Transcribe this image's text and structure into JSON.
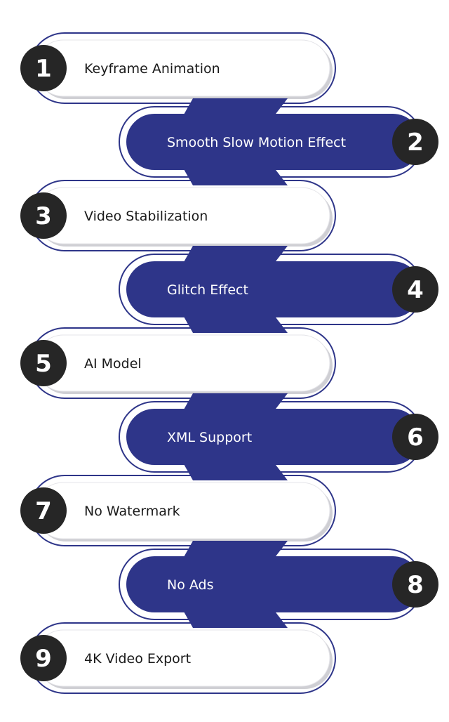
{
  "colors": {
    "accent": "#2e3589",
    "badge": "#262626",
    "badge_text": "#ffffff",
    "pill_white": "#ffffff",
    "outline": "#2e3589",
    "shadow": "#cfcfd4"
  },
  "steps": [
    {
      "number": "1",
      "label": "Keyframe Animation",
      "style": "outline",
      "side": "left"
    },
    {
      "number": "2",
      "label": "Smooth Slow Motion Effect",
      "style": "filled",
      "side": "right"
    },
    {
      "number": "3",
      "label": "Video Stabilization",
      "style": "outline",
      "side": "left"
    },
    {
      "number": "4",
      "label": "Glitch Effect",
      "style": "filled",
      "side": "right"
    },
    {
      "number": "5",
      "label": "AI Model",
      "style": "outline",
      "side": "left"
    },
    {
      "number": "6",
      "label": "XML Support",
      "style": "filled",
      "side": "right"
    },
    {
      "number": "7",
      "label": "No Watermark",
      "style": "outline",
      "side": "left"
    },
    {
      "number": "8",
      "label": "No Ads",
      "style": "filled",
      "side": "right"
    },
    {
      "number": "9",
      "label": "4K Video Export",
      "style": "outline",
      "side": "left"
    }
  ]
}
